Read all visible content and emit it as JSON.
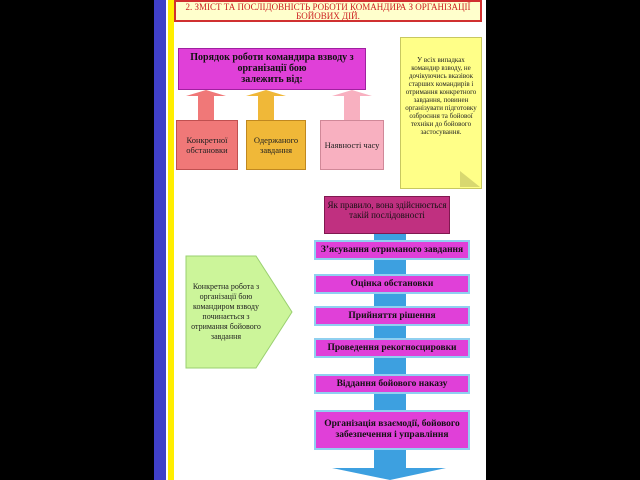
{
  "title": "2. ЗМІСТ ТА ПОСЛІДОВНІСТЬ РОБОТИ КОМАНДИРА З ОРГАНІЗАЦІЇ БОЙОВИХ ДІЙ.",
  "top_block": {
    "lines": [
      "Порядок роботи командира взводу з",
      "організації бою",
      "залежить від:"
    ]
  },
  "factors": [
    {
      "label": "Конкретної обстановки",
      "color": "#f07878"
    },
    {
      "label": "Одержаного завдання",
      "color": "#f0b838"
    },
    {
      "label": "Наявності часу",
      "color": "#f8b0c0"
    }
  ],
  "side_note": "У всіх випадках командир взводу, не дочікуючись вказівок старших командирів і отримання конкретного завдання, повинен організувати підготовку озброєння та бойової техніки до бойового застосування.",
  "sequence_header": "Як правило, вона здійснюється такій послідовності",
  "left_note": "Конкретна робота з організації бою командиром взводу починається з отримання бойового завдання",
  "steps": [
    "З’ясування отриманого завдання",
    "Оцінка обстановки",
    "Прийняття рішення",
    "Проведення рекогносцировки",
    "Віддання бойового наказу",
    "Організація взаємодії, бойового забезпечення і управління"
  ],
  "colors": {
    "slide_background": "#ffffff",
    "title_border": "#d03030",
    "title_text": "#cc2222",
    "magenta": "#e040d8",
    "arrow_blue": "#3da0e0",
    "note_yellow": "#ffff88",
    "left_note_green": "#ccf59a",
    "head_box": "#c03080"
  }
}
